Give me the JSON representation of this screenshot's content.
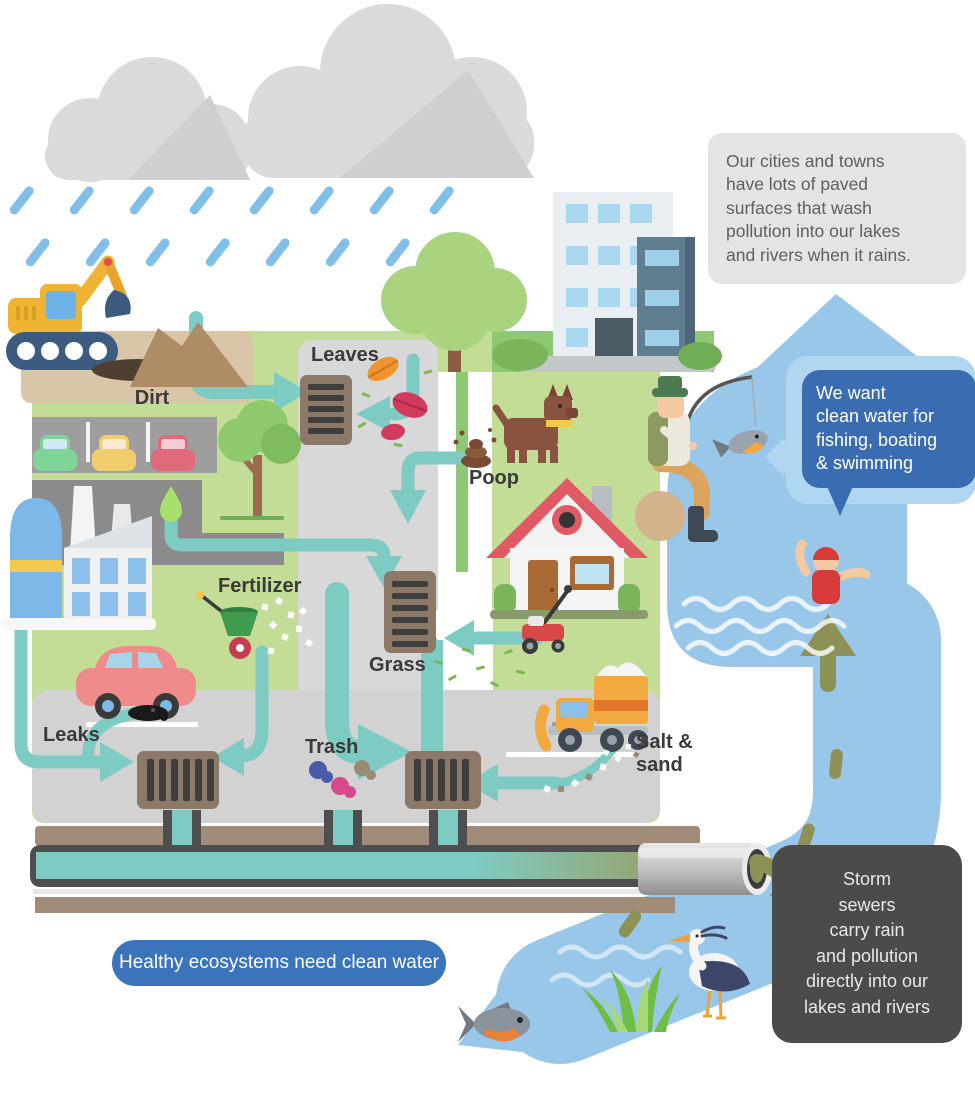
{
  "callouts": {
    "paved_surfaces": "Our cities and towns\nhave lots of paved\nsurfaces that wash\npollution into our lakes\nand rivers when it rains.",
    "clean_water": "We want\nclean water for\nfishing, boating\n& swimming",
    "healthy_ecosystems": "Healthy ecosystems need clean water",
    "storm_sewers": "Storm\nsewers\ncarry rain\nand pollution\ndirectly into our\nlakes and rivers"
  },
  "labels": {
    "dirt": "Dirt",
    "leaves": "Leaves",
    "poop": "Poop",
    "fertilizer": "Fertilizer",
    "grass": "Grass",
    "leaks": "Leaks",
    "trash": "Trash",
    "salt_sand": "Salt &\nsand"
  },
  "colors": {
    "rain_blue": "#80c0e8",
    "cloud_gray": "#dadada",
    "water_blue": "#98c7ea",
    "flow_teal": "#7ecbc3",
    "polluted_olive": "#8d9155",
    "grass_green": "#c3dd97",
    "bright_green": "#8dc873",
    "road_gray": "#d2d2d2",
    "soil_brown": "#a18c79",
    "drain_brown": "#8d7968",
    "callout_gray_bg": "#e4e4e4",
    "speech_blue": "#3a6cb1",
    "speech_light_blue": "#b0d6f0",
    "pill_blue": "#3b74ba",
    "charcoal_bg": "#4b4b4b",
    "label_text": "#3a3a3a"
  },
  "scene_icons": [
    "rain-cloud",
    "rain-drop",
    "excavator",
    "dirt-pile",
    "parking-lot-cars",
    "factory",
    "water-droplet",
    "tree",
    "city-buildings",
    "dog",
    "poop-pile",
    "house",
    "lawn-mower",
    "fertilizer-spreader",
    "leaking-car",
    "oil-spot",
    "salt-truck",
    "trash-pieces",
    "leaves-pieces",
    "storm-drain",
    "sewer-pipe",
    "outfall-pipe",
    "fisherman",
    "jumping-fish",
    "swimmer",
    "heron",
    "river-fish",
    "river-grass"
  ]
}
